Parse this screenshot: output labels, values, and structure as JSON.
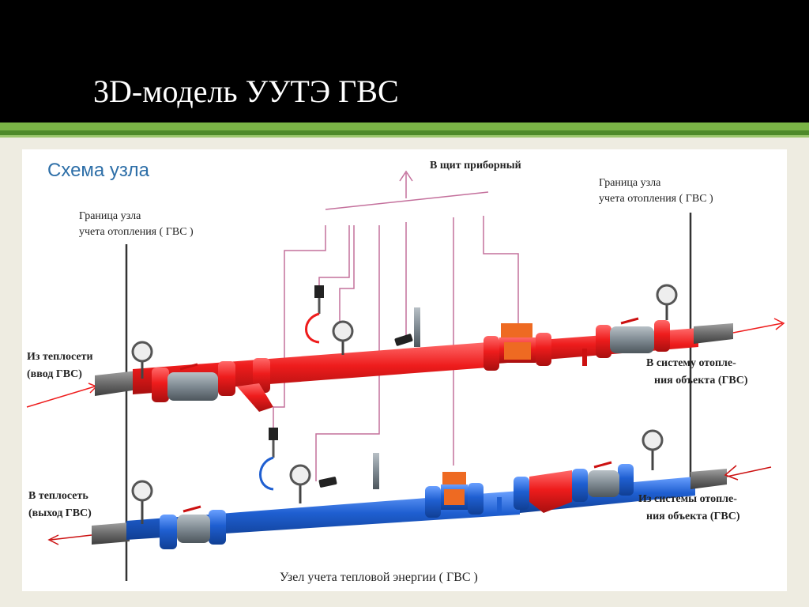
{
  "slide": {
    "title": "3D-модель УУТЭ ГВС"
  },
  "diagram": {
    "scheme_title": "Схема узла",
    "panel_label": "В щит приборный",
    "boundary_left": [
      "Граница узла",
      "учета отопления ( ГВС )"
    ],
    "boundary_right": [
      "Граница узла",
      "учета отопления ( ГВС )"
    ],
    "supply_in": [
      "Из теплосети",
      "(ввод ГВС)"
    ],
    "supply_out": [
      "В систему отопле-",
      "ния объекта (ГВС)"
    ],
    "return_out": [
      "В теплосеть",
      "(выход ГВС)"
    ],
    "return_in": [
      "Из системы отопле-",
      "ния объекта (ГВС)"
    ],
    "caption": "Узел учета тепловой энергии ( ГВС )"
  },
  "colors": {
    "supply_pipe": "#ee1c1c",
    "return_pipe": "#1f5fd1",
    "signal_line": "#c4709c",
    "flowmeter": "#ee6a22",
    "fitting": "#7f8a92",
    "stub": "#6b6b6b"
  }
}
